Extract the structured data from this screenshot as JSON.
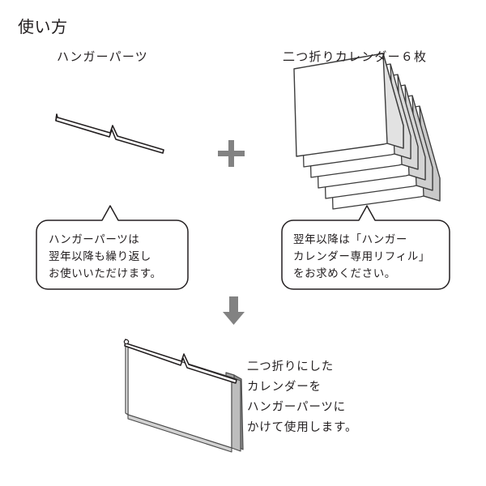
{
  "page": {
    "title": "使い方",
    "background_color": "#ffffff",
    "text_color": "#231f20",
    "line_color": "#231f20",
    "symbol_color": "#808080",
    "shade_color": "#9a9a9a"
  },
  "headings": {
    "hanger": "ハンガーパーツ",
    "calendar": "二つ折りカレンダー６枚"
  },
  "symbols": {
    "plus": "plus-symbol",
    "arrow": "down-arrow-symbol"
  },
  "bubbles": {
    "left": {
      "lines": [
        "ハンガーパーツは",
        "翌年以降も繰り返し",
        "お使いいただけます。"
      ],
      "text": "ハンガーパーツは\n翌年以降も繰り返し\nお使いいただけます。"
    },
    "right": {
      "lines": [
        "翌年以降は「ハンガー",
        "カレンダー専用リフィル」",
        "をお求めください。"
      ],
      "text": "翌年以降は「ハンガー\nカレンダー専用リフィル」\nをお求めください。"
    }
  },
  "caption": {
    "lines": [
      "二つ折りにした",
      "カレンダーを",
      "ハンガーパーツに",
      "かけて使用します。"
    ],
    "text": "二つ折りにした\nカレンダーを\nハンガーパーツに\nかけて使用します。"
  },
  "illustrations": {
    "hanger_part": "hanger-bar-illustration",
    "calendar_stack": "folded-calendar-stack-illustration",
    "assembled": "assembled-calendar-on-hanger-illustration",
    "stack_sheet_count": 6
  }
}
